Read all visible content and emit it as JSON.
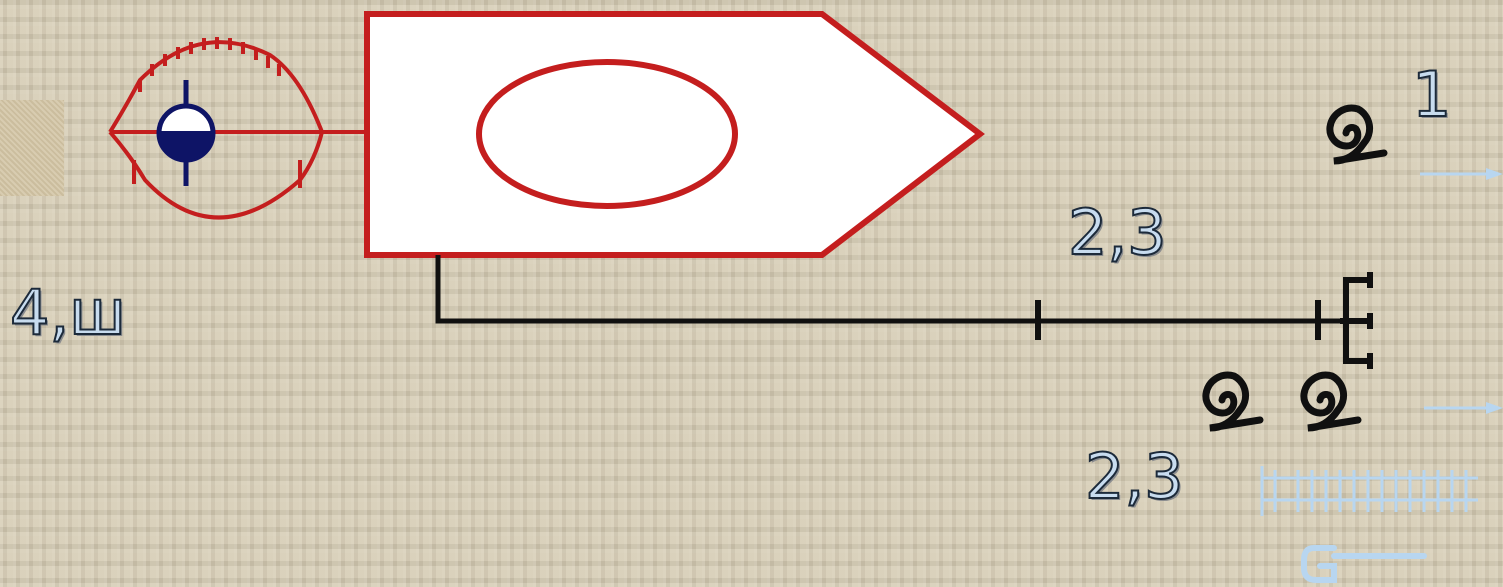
{
  "labels": {
    "top_right": "1",
    "upper_number": "2,3",
    "lower_number": "2,3",
    "left_label": "4,ш"
  },
  "icons": {
    "pump": "centrifugal-pump-icon",
    "spiral": "spiral-icon",
    "tap": "drainage-tap-icon",
    "hook": "hook-icon",
    "ladder": "ladder-icon"
  },
  "colors": {
    "red_outline": "#c41e1e",
    "navy": "#0e1466",
    "black": "#101010",
    "light_blue": "#b8d6f0",
    "panel_fill": "#ffffff"
  }
}
